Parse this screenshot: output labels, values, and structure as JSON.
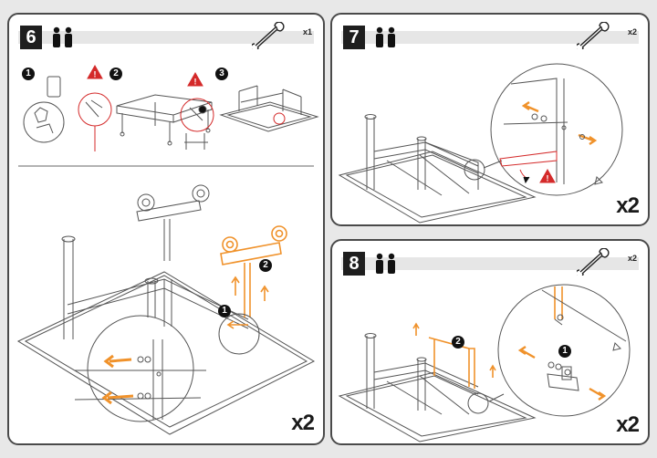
{
  "steps": [
    {
      "number": "6",
      "tool_qty": "x1",
      "repeat": "x2",
      "substeps": [
        "1",
        "2",
        "3"
      ],
      "callouts": [
        "1",
        "2"
      ]
    },
    {
      "number": "7",
      "tool_qty": "x2",
      "repeat": "x2"
    },
    {
      "number": "8",
      "tool_qty": "x2",
      "repeat": "x2",
      "callouts": [
        "1",
        "2"
      ]
    }
  ],
  "icons": {
    "people": "two-people-icon",
    "tool": "wrench-icon",
    "warning": "warning-triangle-icon"
  },
  "colors": {
    "highlight": "#f0922b",
    "warning": "#d42a2a",
    "line": "#4a4a4a",
    "header_bar": "#e6e6e6"
  }
}
